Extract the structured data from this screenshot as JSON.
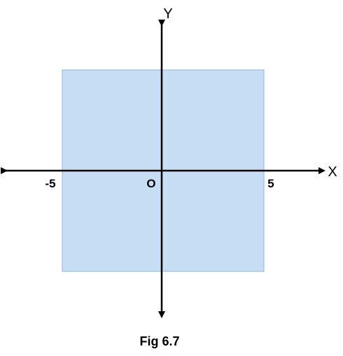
{
  "diagram": {
    "x_axis_label": "X",
    "y_axis_label": "Y",
    "origin_label": "O",
    "left_tick_label": "-5",
    "right_tick_label": "5",
    "caption": "Fig 6.7",
    "region": {
      "x_range": [
        -5,
        5
      ],
      "y_range": [
        -5,
        5
      ]
    },
    "colors": {
      "region_fill": "#c6ddf4",
      "region_border": "#8fb3da",
      "axis": "#000000"
    }
  }
}
